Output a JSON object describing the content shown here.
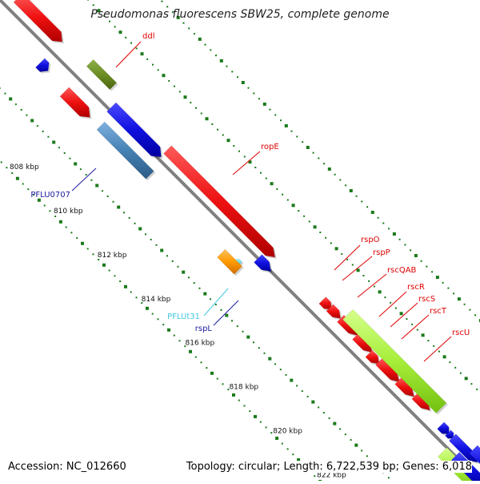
{
  "title": "Pseudomonas fluorescens SBW25, complete genome",
  "footer": {
    "accession": "Accession: NC_012660",
    "summary": "Topology: circular; Length: 6,722,539 bp; Genes: 6,018"
  },
  "colors": {
    "backbone": "#808080",
    "tick": "#1a7a1a",
    "red_label": "#e00000",
    "blue_label": "#1a1aa0",
    "cyan_label": "#40c8e0"
  },
  "scale": {
    "unit": "kbp",
    "labels": [
      {
        "kbp": 808,
        "text": "808 kbp"
      },
      {
        "kbp": 810,
        "text": "810 kbp"
      },
      {
        "kbp": 812,
        "text": "812 kbp"
      },
      {
        "kbp": 814,
        "text": "814 kbp"
      },
      {
        "kbp": 816,
        "text": "816 kbp"
      },
      {
        "kbp": 818,
        "text": "818 kbp"
      },
      {
        "kbp": 820,
        "text": "820 kbp"
      },
      {
        "kbp": 822,
        "text": "822 kbp"
      }
    ]
  },
  "gene_labels": [
    {
      "text": "ddl",
      "color": "red"
    },
    {
      "text": "ropE",
      "color": "red"
    },
    {
      "text": "PFLU0707",
      "color": "blue"
    },
    {
      "text": "rspO",
      "color": "red"
    },
    {
      "text": "rspP",
      "color": "red"
    },
    {
      "text": "rscQAB",
      "color": "red"
    },
    {
      "text": "rscR",
      "color": "red"
    },
    {
      "text": "rscS",
      "color": "red"
    },
    {
      "text": "rscT",
      "color": "red"
    },
    {
      "text": "rscU",
      "color": "red"
    },
    {
      "text": "PFLUt31",
      "color": "cyan"
    },
    {
      "text": "rspL",
      "color": "blue"
    }
  ]
}
